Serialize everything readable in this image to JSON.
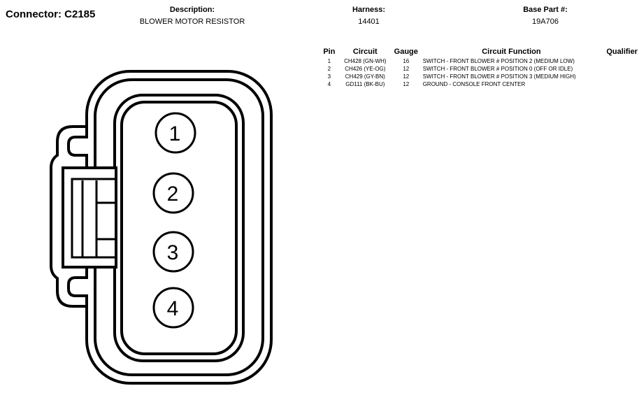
{
  "connector": {
    "label": "Connector: C2185"
  },
  "header": {
    "description_label": "Description:",
    "description_value": "BLOWER MOTOR RESISTOR",
    "harness_label": "Harness:",
    "harness_value": "14401",
    "base_part_label": "Base Part #:",
    "base_part_value": "19A706"
  },
  "pin_table": {
    "columns": [
      "Pin",
      "Circuit",
      "Gauge",
      "Circuit Function",
      "Qualifier"
    ],
    "rows": [
      {
        "pin": "1",
        "circuit": "CH428 (GN-WH)",
        "gauge": "16",
        "function": "SWITCH - FRONT BLOWER # POSITION 2 (MEDIUM LOW)",
        "qualifier": ""
      },
      {
        "pin": "2",
        "circuit": "CH426 (YE-OG)",
        "gauge": "12",
        "function": "SWITCH - FRONT BLOWER # POSITION 0 (OFF OR IDLE)",
        "qualifier": ""
      },
      {
        "pin": "3",
        "circuit": "CH429 (GY-BN)",
        "gauge": "12",
        "function": "SWITCH - FRONT BLOWER # POSITION 3 (MEDIUM HIGH)",
        "qualifier": ""
      },
      {
        "pin": "4",
        "circuit": "GD111 (BK-BU)",
        "gauge": "12",
        "function": "GROUND - CONSOLE FRONT CENTER",
        "qualifier": ""
      }
    ]
  },
  "diagram": {
    "pin_labels": [
      "1",
      "2",
      "3",
      "4"
    ]
  }
}
